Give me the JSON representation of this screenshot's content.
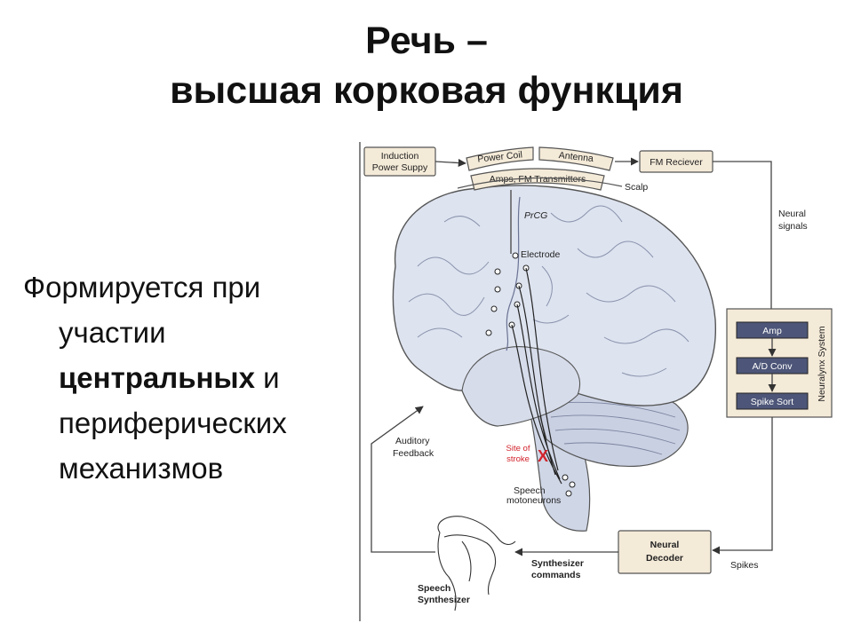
{
  "slide": {
    "title_line1": "Речь –",
    "title_line2": "высшая корковая функция",
    "bullet": {
      "line1": "Формируется при",
      "line2": "участии",
      "line3_bold": "центральных",
      "line3_rest": " и",
      "line4": "периферических",
      "line5": "механизмов"
    }
  },
  "diagram": {
    "induction_power_line1": "Induction",
    "induction_power_line2": "Power Suppy",
    "power_coil": "Power Coil",
    "antenna": "Antenna",
    "amps_fm": "Amps, FM Transmitters",
    "fm_receiver": "FM Reciever",
    "scalp": "Scalp",
    "neural_signals_line1": "Neural",
    "neural_signals_line2": "signals",
    "prcg": "PrCG",
    "electrode": "Electrode",
    "neuralynx_system": "Neuralynx System",
    "amp": "Amp",
    "ad_conv": "A/D Conv",
    "spike_sort": "Spike Sort",
    "auditory_feedback_line1": "Auditory",
    "auditory_feedback_line2": "Feedback",
    "site_of_stroke_line1": "Site of",
    "site_of_stroke_line2": "stroke",
    "stroke_mark": "X",
    "speech_motoneurons_line1": "Speech",
    "speech_motoneurons_line2": "motoneurons",
    "neural_decoder_line1": "Neural",
    "neural_decoder_line2": "Decoder",
    "spikes": "Spikes",
    "synth_commands_line1": "Synthesizer",
    "synth_commands_line2": "commands",
    "speech_synth_line1": "Speech",
    "speech_synth_line2": "Synthesizer",
    "colors": {
      "box_fill": "#f4ead8",
      "dark_box": "#4d5678",
      "brain": "#dde3ef",
      "stroke_label": "#d2242c"
    }
  }
}
